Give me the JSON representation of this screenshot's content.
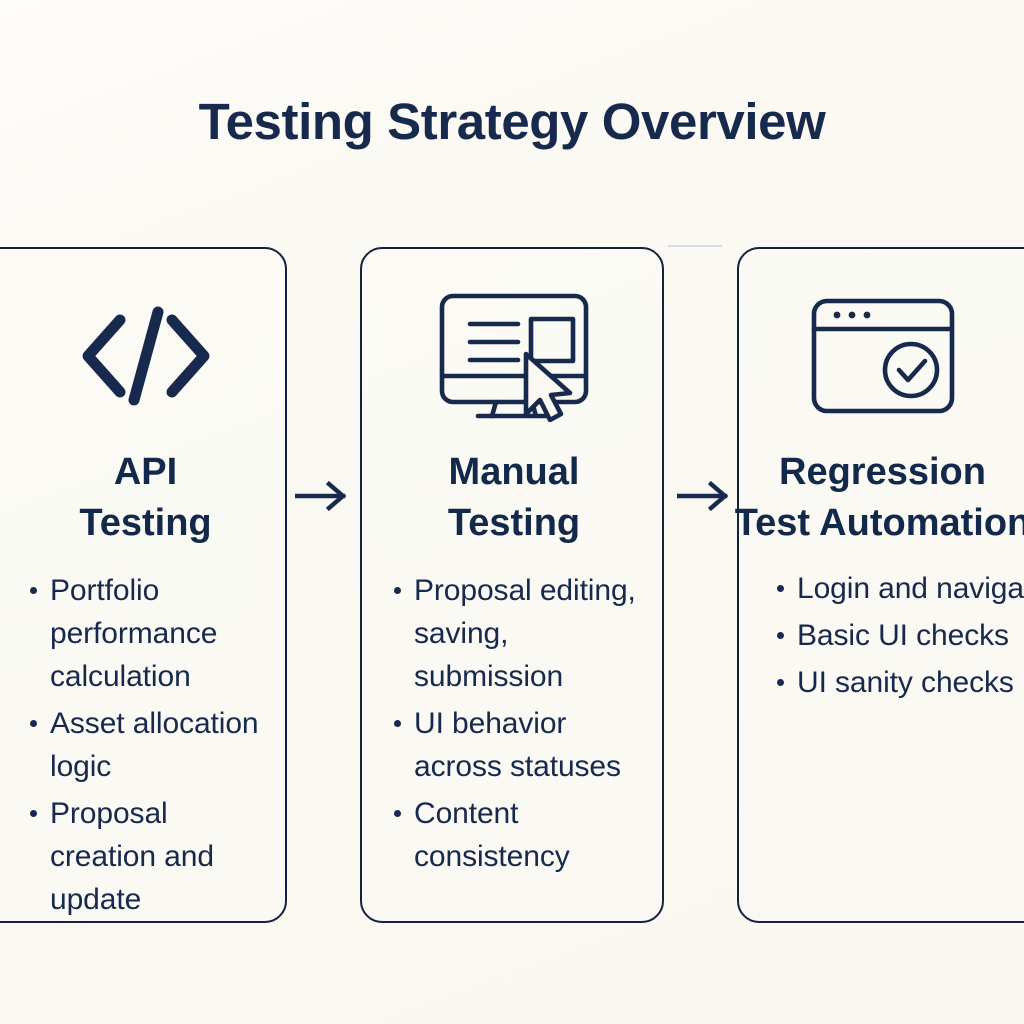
{
  "page": {
    "title": "Testing Strategy Overview",
    "background_color": "#faf8f1",
    "ink_color": "#17294d",
    "card_border_color": "#15223f"
  },
  "flow": {
    "arrows": [
      {
        "name": "arrow-api-to-manual",
        "glyph": "arrow-right-icon"
      },
      {
        "name": "arrow-manual-to-regression",
        "glyph": "arrow-right-icon"
      }
    ]
  },
  "cards": [
    {
      "id": "api",
      "icon": "code-brackets-icon",
      "heading": "API\nTesting",
      "bullets": [
        "Portfolio performance calculation",
        "Asset allocation logic",
        "Proposal creation and update"
      ]
    },
    {
      "id": "manual",
      "icon": "monitor-cursor-icon",
      "heading": "Manual\nTesting",
      "bullets": [
        "Proposal editing, saving, submission",
        "UI behavior across statuses",
        "Content consistency"
      ]
    },
    {
      "id": "regression",
      "icon": "browser-check-icon",
      "heading": "Regression\nTest Automation",
      "bullets": [
        "Login and navigation",
        "Basic UI checks",
        "UI sanity checks"
      ]
    }
  ]
}
